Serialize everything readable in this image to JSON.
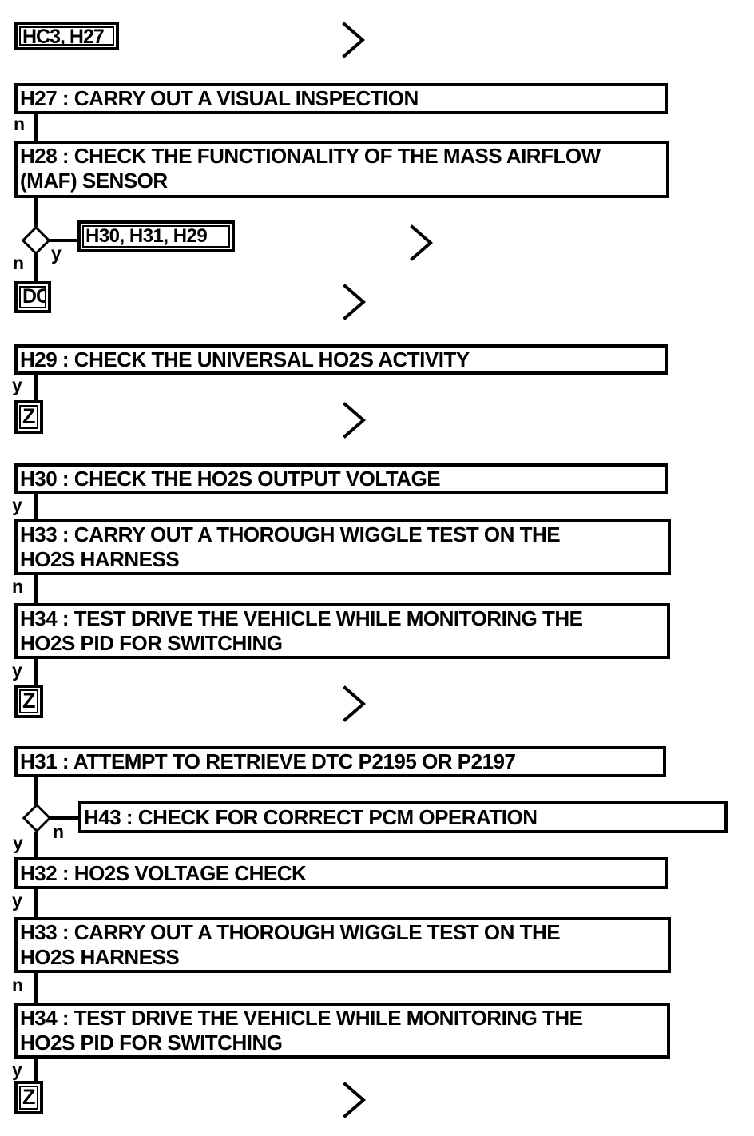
{
  "diagram": {
    "type": "flowchart",
    "description": "Diagnostic pinpoint test flowchart",
    "colors": {
      "stroke": "#000000",
      "background": "#ffffff"
    },
    "labels": {
      "yes": "y",
      "no": "n"
    },
    "icons": {
      "continue_chevron": ">"
    },
    "connectors": {
      "entry": "HC3, H27",
      "branch_yes_refs": "H30, H31, H29",
      "dc": "DC",
      "z": "Z"
    },
    "steps": {
      "h27": {
        "lines": [
          "H27 : CARRY OUT A VISUAL INSPECTION"
        ]
      },
      "h28": {
        "lines": [
          "H28 : CHECK THE FUNCTIONALITY OF THE MASS AIRFLOW",
          "(MAF) SENSOR"
        ]
      },
      "h29": {
        "lines": [
          "H29 : CHECK THE UNIVERSAL HO2S ACTIVITY"
        ]
      },
      "h30": {
        "lines": [
          "H30 : CHECK THE HO2S OUTPUT VOLTAGE"
        ]
      },
      "h33": {
        "lines": [
          "H33 : CARRY OUT A THOROUGH WIGGLE TEST ON THE",
          "HO2S HARNESS"
        ]
      },
      "h34": {
        "lines": [
          "H34 : TEST DRIVE THE VEHICLE WHILE MONITORING THE",
          "HO2S PID FOR SWITCHING"
        ]
      },
      "h31": {
        "lines": [
          "H31 : ATTEMPT TO RETRIEVE DTC P2195 OR P2197"
        ]
      },
      "h43": {
        "lines": [
          "H43 : CHECK FOR CORRECT PCM OPERATION"
        ]
      },
      "h32": {
        "lines": [
          "H32 : HO2S VOLTAGE CHECK"
        ]
      }
    }
  }
}
